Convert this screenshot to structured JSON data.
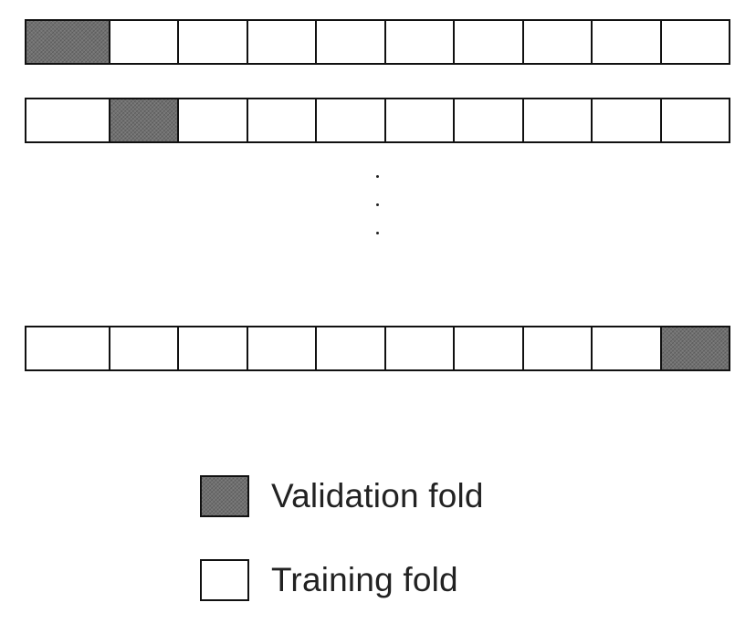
{
  "diagram": {
    "fold_count": 10,
    "rows": [
      {
        "validation_index": 0
      },
      {
        "validation_index": 1
      },
      {
        "validation_index": 9
      }
    ]
  },
  "legend": {
    "validation_label": "Validation fold",
    "training_label": "Training fold"
  },
  "colors": {
    "validation_fill": "#707070",
    "training_fill": "#ffffff",
    "border": "#111111"
  }
}
